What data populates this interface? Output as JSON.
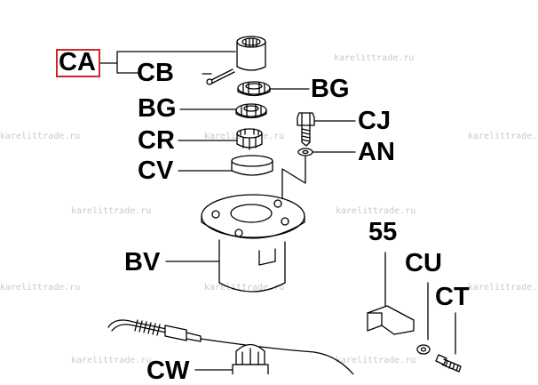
{
  "labels": {
    "ca": "CA",
    "cb": "CB",
    "bg_top": "BG",
    "bg_left": "BG",
    "cj": "CJ",
    "cr": "CR",
    "an": "AN",
    "cv": "CV",
    "bv": "BV",
    "n55": "55",
    "cu": "CU",
    "ct": "CT",
    "cw": "CW"
  },
  "watermark": "karelittrade.ru",
  "colors": {
    "highlight": "#d2262a",
    "line": "#000000",
    "watermark": "#c9c9c9"
  }
}
